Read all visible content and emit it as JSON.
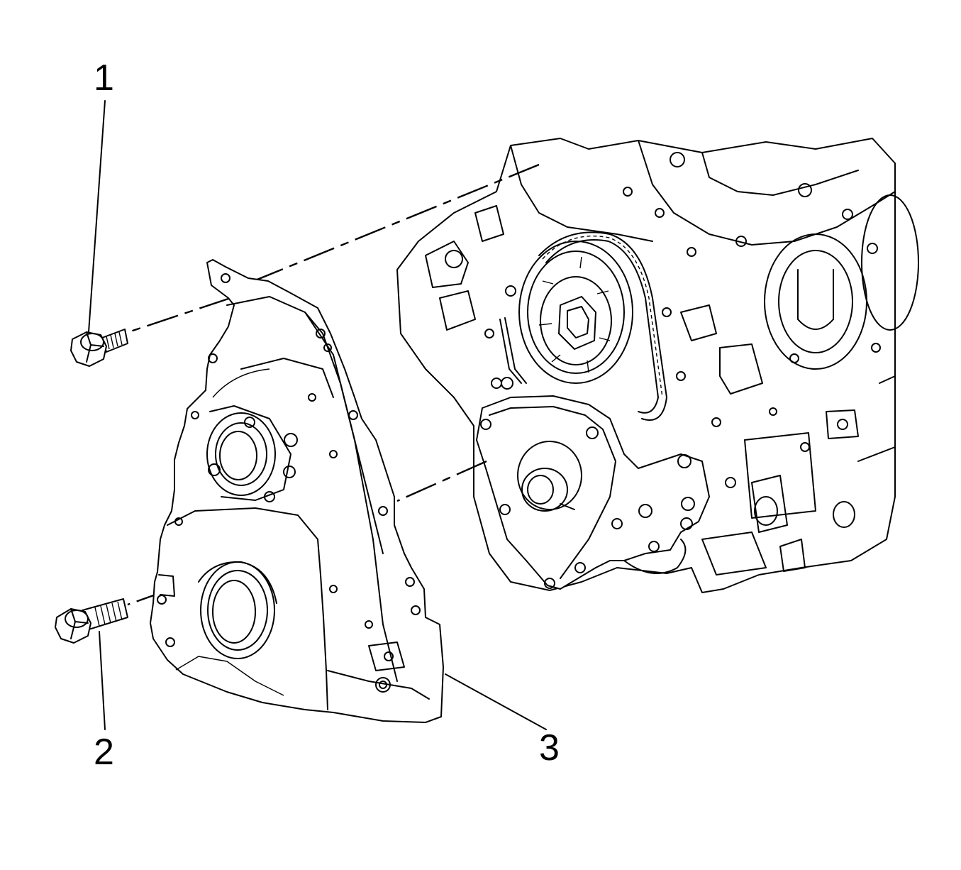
{
  "callouts": {
    "bolt_upper": "1",
    "bolt_lower": "2",
    "front_cover": "3"
  },
  "colors": {
    "line": "#000000",
    "background": "#ffffff"
  }
}
